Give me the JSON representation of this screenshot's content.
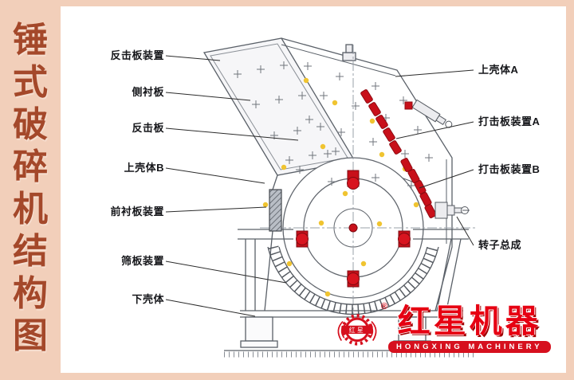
{
  "page": {
    "background": "#f2cfba",
    "panel_background": "#ffffff"
  },
  "title": {
    "text": "锤式破碎机结构图",
    "color": "#a4482a"
  },
  "labels": {
    "left": [
      "反击板装置",
      "侧衬板",
      "反击板",
      "上壳体B",
      "前衬板装置",
      "筛板装置",
      "下壳体"
    ],
    "right": [
      "上壳体A",
      "打击板装置A",
      "打击板装置B",
      "转子总成"
    ]
  },
  "logo": {
    "brand": "红星机器",
    "subtitle": "HONGXING MACHINERY",
    "emblem_text": "红星",
    "registered_mark": "®",
    "color": "#e60012"
  },
  "diagram": {
    "subject": "hammer-crusher-structure-drawing",
    "accent_red": "#c8101a",
    "dot_yellow": "#f0c430",
    "line_color": "#5a6068"
  }
}
